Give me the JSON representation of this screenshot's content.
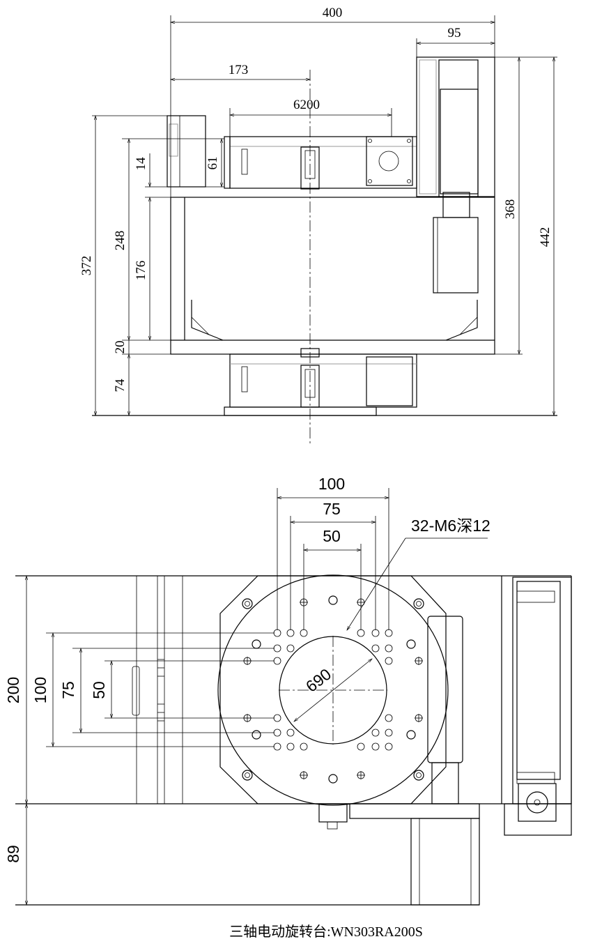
{
  "top_view": {
    "dims": {
      "d400": "400",
      "d95": "95",
      "d173": "173",
      "d6200": "6200",
      "d14": "14",
      "d61": "61",
      "d248": "248",
      "d176": "176",
      "d372": "372",
      "d20": "20",
      "d74": "74",
      "d368": "368",
      "d442": "442"
    }
  },
  "bottom_view": {
    "dims": {
      "d100h": "100",
      "d75h": "75",
      "d50h": "50",
      "d200": "200",
      "d100v": "100",
      "d75v": "75",
      "d50v": "50",
      "d89": "89",
      "d690": "690"
    },
    "callout": "32-M6深12"
  },
  "caption": "三轴电动旋转台:WN303RA200S"
}
